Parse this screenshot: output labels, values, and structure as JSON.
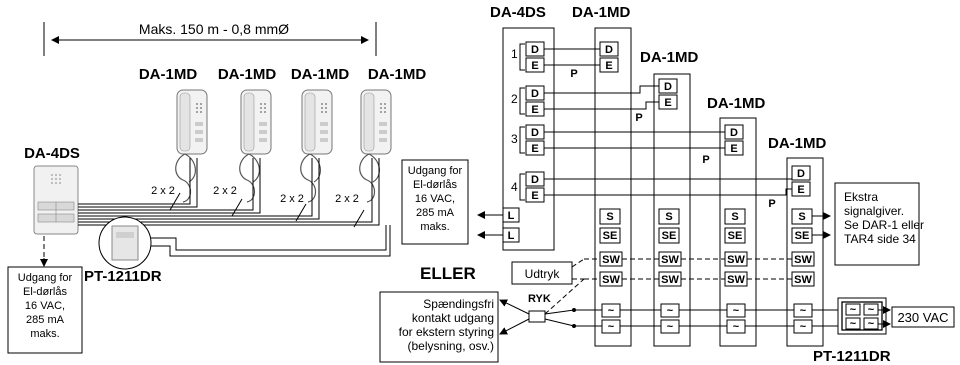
{
  "left": {
    "distance_label": "Maks. 150 m - 0,8 mmØ",
    "monitor_labels": [
      "DA-1MD",
      "DA-1MD",
      "DA-1MD",
      "DA-1MD"
    ],
    "panel_label": "DA-4DS",
    "wire_labels": [
      "2 x 2",
      "2 x 2",
      "2 x 2",
      "2 x 2"
    ],
    "psu_label": "PT-1211DR",
    "output_note": [
      "Udgang for",
      "El-dørlås",
      "16 VAC,",
      "285 mA",
      "maks."
    ]
  },
  "right": {
    "panel_label": "DA-4DS",
    "unit_labels": [
      "DA-1MD",
      "DA-1MD",
      "DA-1MD",
      "DA-1MD"
    ],
    "rows": [
      "1",
      "2",
      "3",
      "4"
    ],
    "terms": {
      "d": "D",
      "e": "E",
      "p": "P",
      "l": "L",
      "s": "S",
      "se": "SE",
      "sw": "SW",
      "ac": "~"
    },
    "output_note": [
      "Udgang for",
      "El-dørlås",
      "16 VAC,",
      "285 mA",
      "maks."
    ],
    "eller": "ELLER",
    "udtryk": "Udtryk",
    "ryk": "RYK",
    "contact_note": [
      "Spændingsfri",
      "kontakt udgang",
      "for ekstern styring",
      "(belysning, osv.)"
    ],
    "extra_note": [
      "Ekstra",
      "signalgiver.",
      "Se DAR-1 eller",
      "TAR4 side 34"
    ],
    "vac": "230 VAC",
    "psu_label": "PT-1211DR"
  }
}
